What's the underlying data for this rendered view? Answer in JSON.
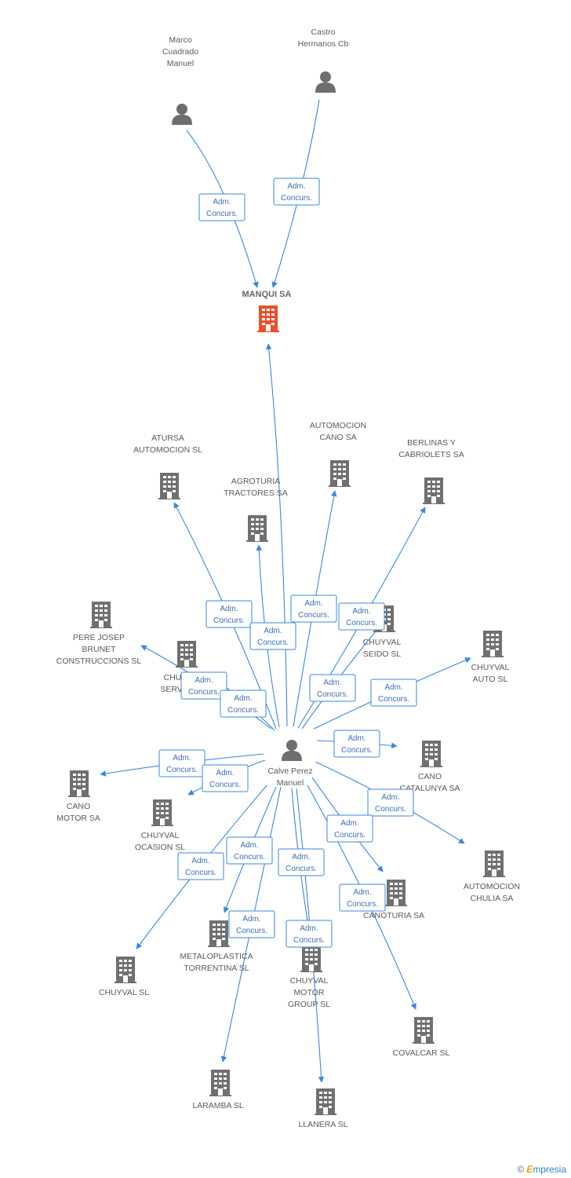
{
  "colors": {
    "edge": "#3a87e0",
    "building": "#707070",
    "building_main": "#e8512b",
    "person": "#6e6e6e"
  },
  "nodes": [
    {
      "id": "manqui",
      "type": "company-main",
      "lines": [
        "MANQUI SA"
      ]
    },
    {
      "id": "marco",
      "type": "person",
      "lines": [
        "Marco",
        "Cuadrado",
        "Manuel"
      ]
    },
    {
      "id": "castro",
      "type": "person",
      "lines": [
        "Castro",
        "Hermanos Cb"
      ]
    },
    {
      "id": "calve",
      "type": "person",
      "lines": [
        "Calve Perez",
        "Manuel"
      ]
    },
    {
      "id": "atursa",
      "type": "company",
      "lines": [
        "ATURSA",
        "AUTOMOCION SL"
      ]
    },
    {
      "id": "autocano",
      "type": "company",
      "lines": [
        "AUTOMOCION",
        "CANO SA"
      ]
    },
    {
      "id": "berlinas",
      "type": "company",
      "lines": [
        "BERLINAS Y",
        "CABRIOLETS SA"
      ]
    },
    {
      "id": "agroturia",
      "type": "company",
      "lines": [
        "AGROTURIA",
        "TRACTORES SA"
      ]
    },
    {
      "id": "pere",
      "type": "company",
      "lines": [
        "PERE JOSEP",
        "BRUNET",
        "CONSTRUCCIONS SL"
      ]
    },
    {
      "id": "chuserv",
      "type": "company",
      "lines": [
        "CHU",
        "SERVI"
      ]
    },
    {
      "id": "seido",
      "type": "company",
      "lines": [
        "CHUYVAL",
        "SEIDO SL"
      ]
    },
    {
      "id": "chauto",
      "type": "company",
      "lines": [
        "CHUYVAL",
        "AUTO SL"
      ]
    },
    {
      "id": "canocat",
      "type": "company",
      "lines": [
        "CANO",
        "CATALUNYA SA"
      ]
    },
    {
      "id": "canomotor",
      "type": "company",
      "lines": [
        "CANO",
        "MOTOR SA"
      ]
    },
    {
      "id": "ocasion",
      "type": "company",
      "lines": [
        "CHUYVAL",
        "OCASION SL"
      ]
    },
    {
      "id": "chulia",
      "type": "company",
      "lines": [
        "AUTOMOCION",
        "CHULIA SA"
      ]
    },
    {
      "id": "canoturia",
      "type": "company",
      "lines": [
        "CANOTURIA SA"
      ]
    },
    {
      "id": "metalo",
      "type": "company",
      "lines": [
        "METALOPLASTICA",
        "TORRENTINA SL"
      ]
    },
    {
      "id": "motorgroup",
      "type": "company",
      "lines": [
        "CHUYVAL",
        "MOTOR",
        "GROUP SL"
      ]
    },
    {
      "id": "chuyvalsl",
      "type": "company",
      "lines": [
        "CHUYVAL SL"
      ]
    },
    {
      "id": "covalcar",
      "type": "company",
      "lines": [
        "COVALCAR SL"
      ]
    },
    {
      "id": "laramba",
      "type": "company",
      "lines": [
        "LARAMBA SL"
      ]
    },
    {
      "id": "llanera",
      "type": "company",
      "lines": [
        "LLANERA SL"
      ]
    }
  ],
  "edges": [
    {
      "from": "marco",
      "to": "manqui",
      "label": [
        "Adm.",
        "Concurs."
      ]
    },
    {
      "from": "castro",
      "to": "manqui",
      "label": [
        "Adm.",
        "Concurs."
      ]
    },
    {
      "from": "calve",
      "to": "manqui",
      "label": [
        "Adm.",
        "Concurs."
      ]
    },
    {
      "from": "calve",
      "to": "atursa",
      "label": [
        "Adm.",
        "Concurs."
      ]
    },
    {
      "from": "calve",
      "to": "agroturia",
      "label": [
        "Adm.",
        "Concurs."
      ]
    },
    {
      "from": "calve",
      "to": "autocano",
      "label": [
        "Adm.",
        "Concurs."
      ]
    },
    {
      "from": "calve",
      "to": "berlinas",
      "label": [
        "Adm.",
        "Concurs."
      ]
    },
    {
      "from": "calve",
      "to": "seido",
      "label": [
        "Adm.",
        "Concurs."
      ]
    },
    {
      "from": "calve",
      "to": "pere",
      "label": [
        "Adm.",
        "Concurs."
      ]
    },
    {
      "from": "calve",
      "to": "chuserv",
      "label": [
        "Adm.",
        "Concurs."
      ]
    },
    {
      "from": "calve",
      "to": "chauto",
      "label": [
        "Adm.",
        "Concurs."
      ]
    },
    {
      "from": "calve",
      "to": "canocat",
      "label": [
        "Adm.",
        "Concurs."
      ]
    },
    {
      "from": "calve",
      "to": "canomotor",
      "label": [
        "Adm.",
        "Concurs."
      ]
    },
    {
      "from": "calve",
      "to": "ocasion",
      "label": [
        "Adm.",
        "Concurs."
      ]
    },
    {
      "from": "calve",
      "to": "chulia",
      "label": [
        "Adm.",
        "Concurs."
      ]
    },
    {
      "from": "calve",
      "to": "canoturia",
      "label": [
        "Adm.",
        "Concurs."
      ]
    },
    {
      "from": "calve",
      "to": "chuyvalsl",
      "label": [
        "Adm.",
        "Concurs."
      ]
    },
    {
      "from": "calve",
      "to": "metalo",
      "label": [
        "Adm.",
        "Concurs."
      ]
    },
    {
      "from": "calve",
      "to": "motorgroup",
      "label": [
        "Adm.",
        "Concurs."
      ]
    },
    {
      "from": "calve",
      "to": "covalcar",
      "label": [
        "Adm.",
        "Concurs."
      ]
    },
    {
      "from": "calve",
      "to": "laramba",
      "label": [
        "Adm.",
        "Concurs."
      ]
    },
    {
      "from": "calve",
      "to": "llanera",
      "label": [
        "Adm.",
        "Concurs."
      ]
    }
  ],
  "watermark": {
    "copyright": "©",
    "brand_initial": "E",
    "brand_rest": "mpresia"
  }
}
